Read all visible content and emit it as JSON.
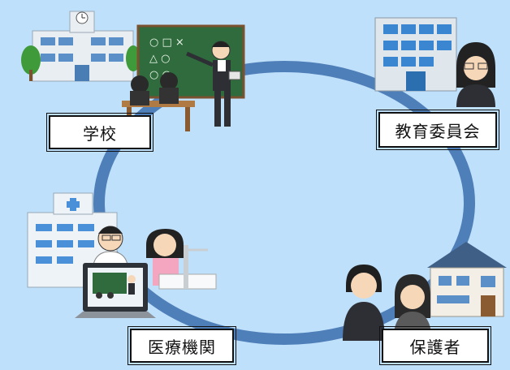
{
  "colors": {
    "background": "#bfe0fb",
    "cycle_ring": "#4f7fb8"
  },
  "nodes": {
    "school": "学校",
    "board_of_education": "教育委員会",
    "medical_institution": "医療機関",
    "guardians": "保護者"
  },
  "icons": {
    "school": "school-building-icon",
    "teacher": "teacher-at-blackboard-icon",
    "students": "students-at-desk-icon",
    "office": "office-building-icon",
    "official": "female-official-icon",
    "hospital": "hospital-building-icon",
    "doctor": "doctor-icon",
    "patient": "patient-in-bed-icon",
    "laptop": "laptop-remote-class-icon",
    "house": "house-icon",
    "parents": "parents-icon"
  }
}
